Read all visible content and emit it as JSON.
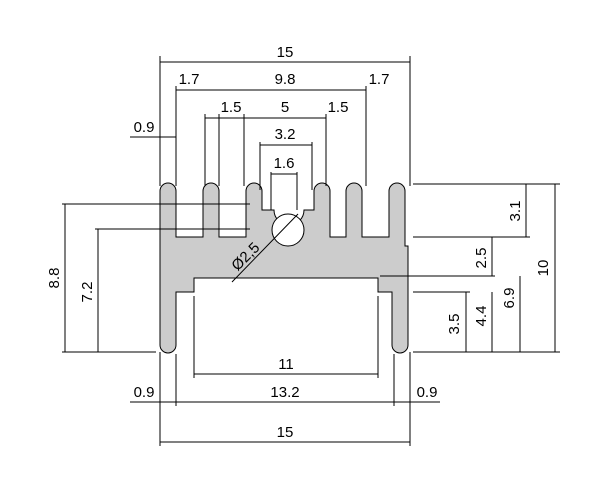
{
  "dimensions": {
    "top_total_width": "15",
    "top_outer_fin_spacing": "1.7",
    "top_inner_span": "9.8",
    "top_outer_fin_spacing_right": "1.7",
    "fin_thickness_left": "0.9",
    "mid_fin_spacing_left": "1.5",
    "mid_span": "5",
    "mid_fin_spacing_right": "1.5",
    "center_gap_width": "3.2",
    "slot_opening_width": "1.6",
    "hole_diameter": "Ø2,5",
    "right_fin_depth": "3.1",
    "right_base_to_slot": "2.5",
    "right_overall_height": "10",
    "right_base_height": "6.9",
    "right_inner_height": "4.4",
    "right_leg_height": "3.5",
    "left_overall_height": "8.8",
    "left_inner_height": "7.2",
    "bottom_inner_width": "11",
    "bottom_mid_width": "13.2",
    "bottom_leg_left": "0.9",
    "bottom_leg_right": "0.9",
    "bottom_total_width": "15"
  },
  "colors": {
    "profile_fill": "#cccccc",
    "line": "#000000"
  }
}
